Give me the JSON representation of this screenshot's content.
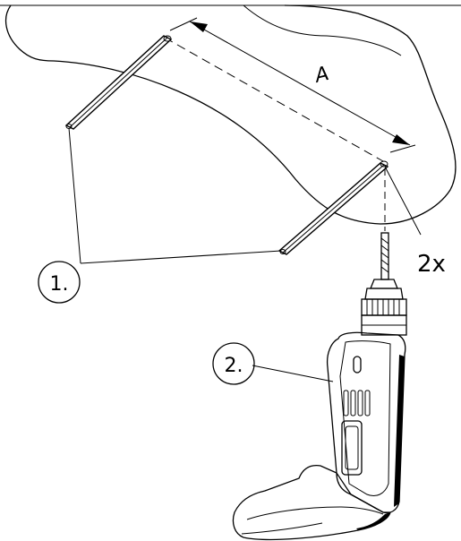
{
  "callouts": {
    "rods": "1.",
    "drill": "2."
  },
  "quantity_label": "2x",
  "dimension_label": "A",
  "colors": {
    "ink": "#000000",
    "paper": "#ffffff"
  }
}
